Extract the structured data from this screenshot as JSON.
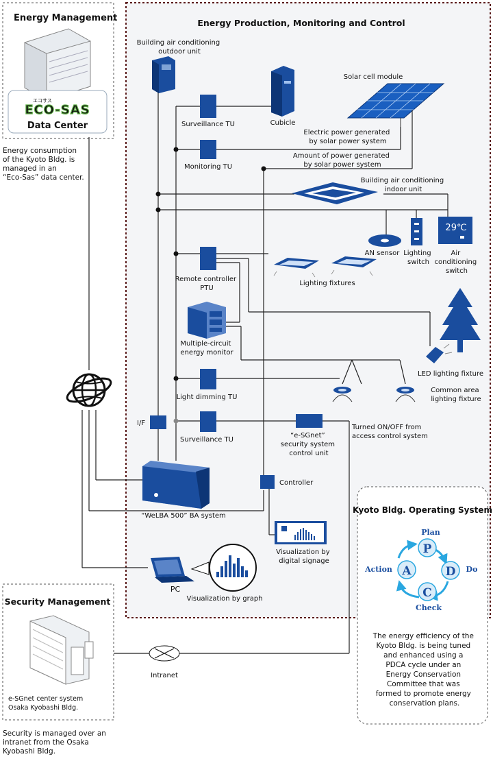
{
  "colors": {
    "accent": "#1a4d9e",
    "panel": "#f4f5f7",
    "wire": "#222222",
    "pdca_ring": "#2aa7e0",
    "green": "#5fb245"
  },
  "energy_management": {
    "title": "Energy Management",
    "logo_kana": "エコサス",
    "logo_text": "ECO-SAS",
    "logo_sub": "Data Center",
    "desc": [
      "Energy consumption",
      "of the Kyoto Bldg. is",
      "managed in an",
      "“Eco-Sas” data center."
    ]
  },
  "production": {
    "title": "Energy Production, Monitoring and Control",
    "hvac_outdoor": [
      "Building air conditioning",
      "outdoor unit"
    ],
    "cubicle": "Cubicle",
    "solar": "Solar cell module",
    "surveillance_tu_1": "Surveillance TU",
    "power_generated": [
      "Electric power generated",
      "by solar power system"
    ],
    "monitoring_tu": "Monitoring TU",
    "amount_power": [
      "Amount of power generated",
      "by solar power system"
    ],
    "hvac_indoor": [
      "Building air conditioning",
      "indoor unit"
    ],
    "ac_display": "29℃",
    "an_sensor": "AN sensor",
    "lighting_switch": [
      "Lighting",
      "switch"
    ],
    "ac_switch": [
      "Air",
      "conditioning",
      "switch"
    ],
    "remote_ptu": [
      "Remote controller",
      "PTU"
    ],
    "lighting_fixtures": "Lighting fixtures",
    "multi_energy_monitor": [
      "Multiple-circuit",
      "energy monitor"
    ],
    "led_fixture": "LED lighting fixture",
    "light_dimming_tu": "Light dimming TU",
    "common_area": [
      "Common area",
      "lighting fixture"
    ],
    "if_label": "I/F",
    "surveillance_tu_2": "Surveillance TU",
    "esgnet_unit": [
      "“e-SGnet”",
      "security system",
      "control unit"
    ],
    "turned_onoff": [
      "Turned ON/OFF from",
      "access control system"
    ],
    "controller": "Controller",
    "welba": "“WeLBA 500” BA system",
    "signage": [
      "Visualization by",
      "digital signage"
    ],
    "pc": "PC",
    "graph": "Visualization by graph"
  },
  "security_management": {
    "title": "Security Management",
    "center": [
      "e-SGnet center system",
      "Osaka Kyobashi Bldg."
    ],
    "desc": [
      "Security is managed over an",
      "intranet from the Osaka",
      "Kyobashi Bldg."
    ],
    "intranet": "Intranet"
  },
  "operating_system": {
    "title": "Kyoto Bldg. Operating System",
    "plan_letter": "P",
    "do_letter": "D",
    "check_letter": "C",
    "action_letter": "A",
    "plan": "Plan",
    "do": "Do",
    "check": "Check",
    "action": "Action",
    "desc": [
      "The energy efficiency of the",
      "Kyoto Bldg. is being tuned",
      "and enhanced using a",
      "PDCA cycle under an",
      "Energy Conservation",
      "Committee that was",
      "formed to promote energy",
      "conservation plans."
    ]
  }
}
